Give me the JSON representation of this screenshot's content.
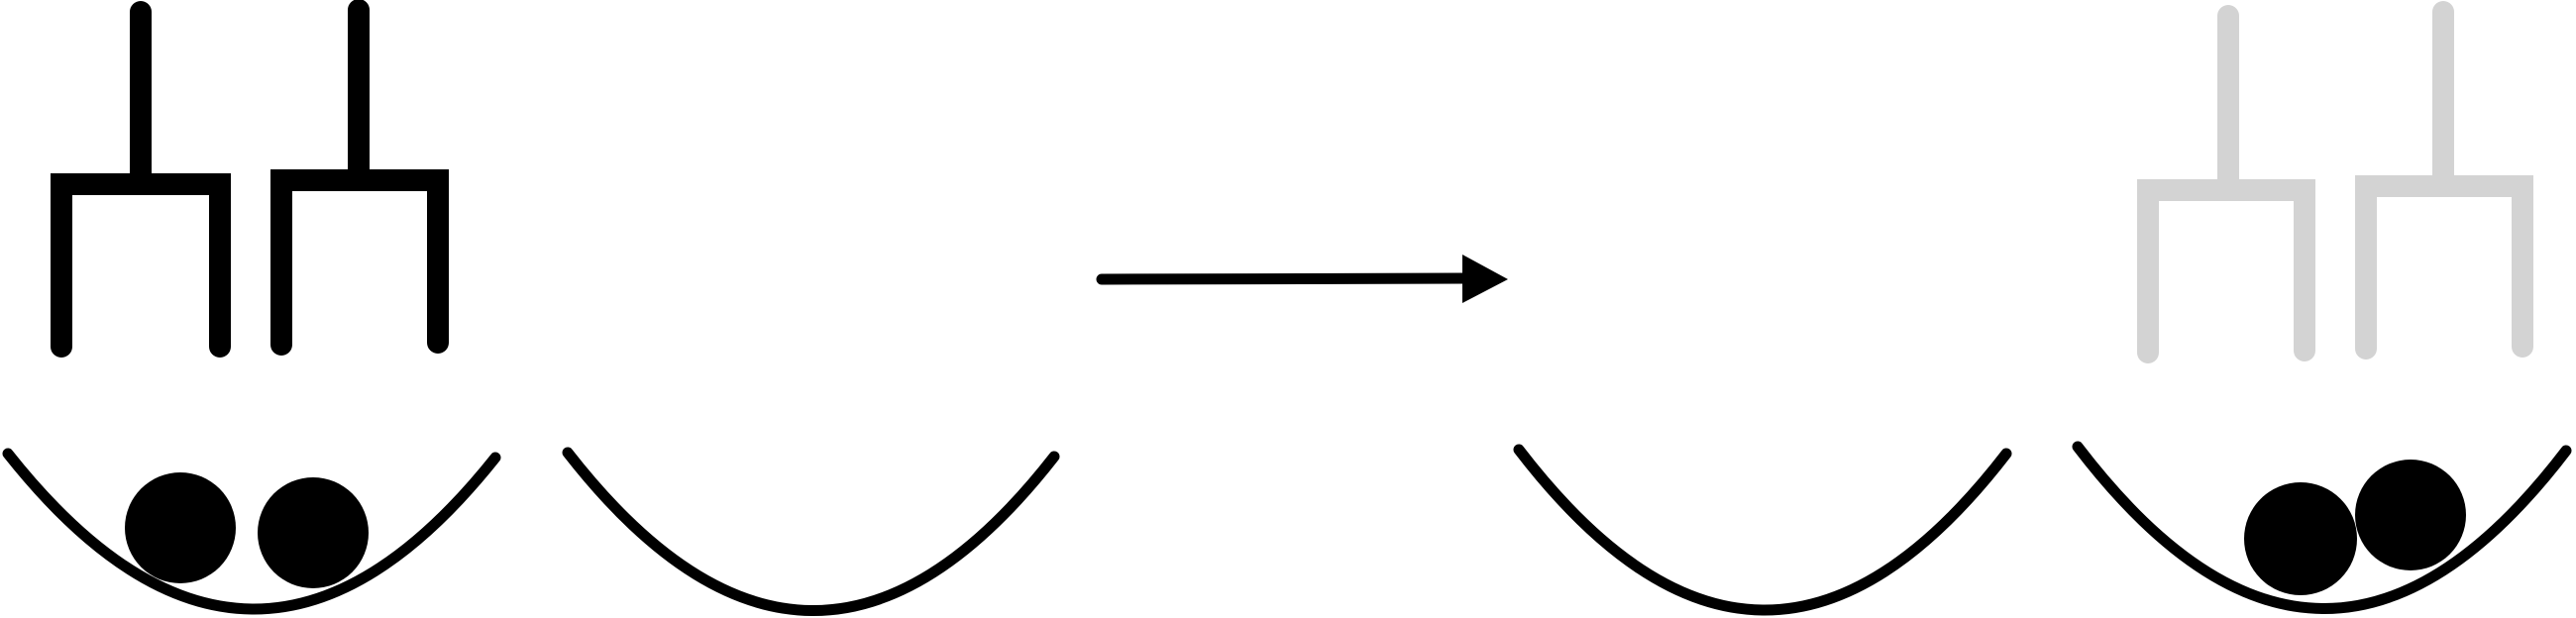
{
  "diagram": {
    "ink_color": "#000000",
    "faded_color": "#d3d3d3",
    "background": "#ffffff",
    "panels": [
      {
        "id": "before",
        "grippers": {
          "count": 2,
          "state": "active"
        },
        "bowls": [
          {
            "id": "bowl-1",
            "balls": 2
          },
          {
            "id": "bowl-2",
            "balls": 0
          }
        ]
      },
      {
        "id": "after",
        "grippers": {
          "count": 2,
          "state": "faded"
        },
        "bowls": [
          {
            "id": "bowl-3",
            "balls": 0
          },
          {
            "id": "bowl-4",
            "balls": 2
          }
        ]
      }
    ],
    "transition": {
      "icon": "arrow-right-icon",
      "direction": "right"
    }
  }
}
